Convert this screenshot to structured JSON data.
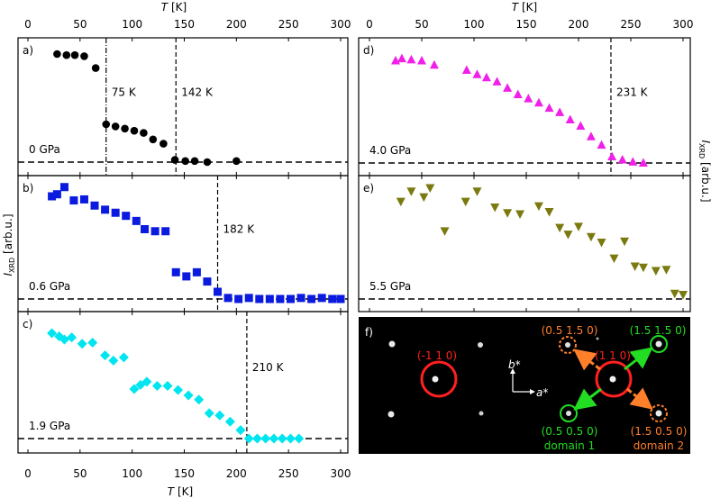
{
  "chart_data": [
    {
      "panel": "a)",
      "type": "scatter",
      "pressure_label": "0 GPa",
      "marker": "circle",
      "color": "#000000",
      "x": [
        28,
        37,
        45,
        54,
        65,
        75,
        84,
        93,
        102,
        111,
        120,
        130,
        141,
        151,
        160,
        172,
        200
      ],
      "y": [
        1.0,
        0.99,
        0.99,
        0.98,
        0.87,
        0.35,
        0.33,
        0.31,
        0.29,
        0.27,
        0.21,
        0.17,
        0.02,
        0.01,
        0.01,
        0.0,
        0.01
      ],
      "baseline": 0.0,
      "transitions": [
        {
          "T": 75,
          "label": "75 K",
          "style": "dashdot"
        },
        {
          "T": 142,
          "label": "142 K",
          "style": "dashed"
        }
      ],
      "xlim": [
        0,
        300
      ]
    },
    {
      "panel": "b)",
      "type": "scatter",
      "pressure_label": "0.6 GPa",
      "marker": "square",
      "color": "#0a1adf",
      "x": [
        23,
        28,
        35,
        44,
        54,
        64,
        74,
        84,
        94,
        104,
        112,
        122,
        132,
        142,
        152,
        162,
        172,
        182,
        192,
        202,
        212,
        222,
        232,
        242,
        252,
        262,
        272,
        282,
        292,
        300
      ],
      "y": [
        1.0,
        1.02,
        1.09,
        0.96,
        0.97,
        0.91,
        0.87,
        0.84,
        0.81,
        0.76,
        0.68,
        0.66,
        0.66,
        0.26,
        0.22,
        0.26,
        0.17,
        0.07,
        0.01,
        0.0,
        0.01,
        0.0,
        0.0,
        0.0,
        0.0,
        0.01,
        0.0,
        0.01,
        0.0,
        0.0
      ],
      "baseline": 0.0,
      "transitions": [
        {
          "T": 182,
          "label": "182 K",
          "style": "dashed"
        }
      ],
      "xlim": [
        0,
        300
      ]
    },
    {
      "panel": "c)",
      "type": "scatter",
      "pressure_label": "1.9 GPa",
      "marker": "diamond",
      "color": "#00e5f0",
      "x": [
        23,
        30,
        35,
        42,
        52,
        62,
        74,
        82,
        92,
        102,
        108,
        114,
        124,
        134,
        144,
        154,
        164,
        174,
        184,
        194,
        204,
        212,
        220,
        228,
        236,
        244,
        252,
        260
      ],
      "y": [
        1.0,
        0.97,
        0.94,
        0.96,
        0.9,
        0.91,
        0.79,
        0.74,
        0.77,
        0.47,
        0.51,
        0.54,
        0.5,
        0.5,
        0.46,
        0.41,
        0.37,
        0.24,
        0.22,
        0.16,
        0.08,
        0.0,
        0.0,
        0.0,
        0.0,
        0.0,
        0.0,
        0.0
      ],
      "baseline": 0.0,
      "transitions": [
        {
          "T": 210,
          "label": "210 K",
          "style": "dashed"
        }
      ],
      "xlim": [
        0,
        300
      ]
    },
    {
      "panel": "d)",
      "type": "scatter",
      "pressure_label": "4.0 GPa",
      "marker": "triangle-up",
      "color": "#f020e8",
      "x": [
        25,
        31,
        40,
        50,
        62,
        93,
        103,
        112,
        122,
        132,
        142,
        152,
        162,
        172,
        182,
        192,
        202,
        212,
        222,
        232,
        242,
        252,
        262
      ],
      "y": [
        0.97,
        0.99,
        0.98,
        0.97,
        0.93,
        0.88,
        0.84,
        0.81,
        0.77,
        0.71,
        0.65,
        0.61,
        0.57,
        0.52,
        0.48,
        0.41,
        0.35,
        0.25,
        0.17,
        0.06,
        0.03,
        0.01,
        0.0
      ],
      "baseline": 0.0,
      "transitions": [
        {
          "T": 231,
          "label": "231 K",
          "style": "dashed"
        }
      ],
      "xlim": [
        0,
        300
      ]
    },
    {
      "panel": "e)",
      "type": "scatter",
      "pressure_label": "5.5 GPa",
      "marker": "triangle-down",
      "color": "#7a7a10",
      "x": [
        30,
        40,
        52,
        58,
        72,
        92,
        103,
        120,
        132,
        144,
        162,
        172,
        182,
        190,
        200,
        212,
        222,
        234,
        244,
        254,
        262,
        274,
        284,
        292,
        300
      ],
      "y": [
        0.86,
        0.95,
        0.9,
        0.98,
        0.6,
        0.86,
        0.95,
        0.81,
        0.76,
        0.75,
        0.82,
        0.77,
        0.63,
        0.57,
        0.64,
        0.55,
        0.5,
        0.36,
        0.51,
        0.29,
        0.28,
        0.25,
        0.26,
        0.05,
        0.04
      ],
      "baseline": 0.0,
      "transitions": [],
      "xlim": [
        0,
        300
      ]
    }
  ],
  "axes": {
    "x_label_prefix": "T",
    "x_label_suffix": " [K]",
    "x_ticks": [
      "0",
      "50",
      "100",
      "150",
      "200",
      "250",
      "300"
    ],
    "y_label_prefix": "I",
    "y_label_sub": "XRD",
    "y_label_suffix": " [arb.u.]"
  },
  "diffraction": {
    "panel": "f)",
    "spots": [
      {
        "label": "(-1 1 0)",
        "color": "#ff2020"
      },
      {
        "label": "(1 1 0)",
        "color": "#ff2020"
      },
      {
        "label": "(0.5 1.5 0)",
        "color": "#ff7f2a"
      },
      {
        "label": "(1.5 1.5 0)",
        "color": "#22dd22"
      },
      {
        "label": "(0.5 0.5 0)",
        "color": "#22dd22"
      },
      {
        "label": "(1.5 0.5 0)",
        "color": "#ff7f2a"
      }
    ],
    "b_star": "b*",
    "a_star": "a*",
    "domain1": "domain 1",
    "domain2": "domain 2",
    "domain1_color": "#22dd22",
    "domain2_color": "#ff7f2a"
  }
}
